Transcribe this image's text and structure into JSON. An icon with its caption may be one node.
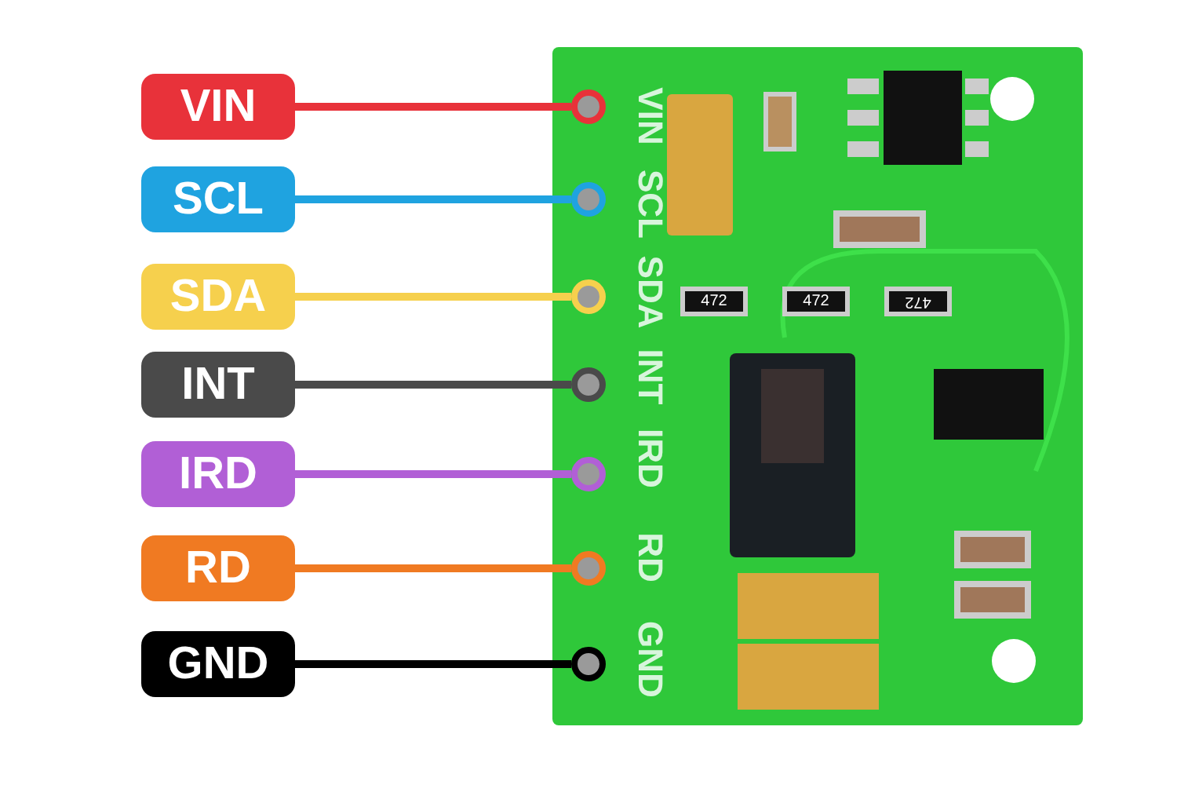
{
  "diagram": {
    "nodes": [
      {
        "text": [
          "VIN"
        ]
      },
      {
        "text": [
          "SCL"
        ]
      },
      {
        "text": [
          "SDA"
        ]
      },
      {
        "text": [
          "INT"
        ]
      },
      {
        "text": [
          "IRD"
        ]
      },
      {
        "text": [
          "RD"
        ]
      },
      {
        "text": [
          "GND"
        ]
      },
      {
        "text": [],
        "shape": "circle"
      },
      {
        "text": [],
        "shape": "circle"
      },
      {
        "text": [],
        "shape": "circle"
      },
      {
        "text": [],
        "shape": "circle"
      },
      {
        "text": [],
        "shape": "circle"
      },
      {
        "text": [],
        "shape": "circle"
      },
      {
        "text": [],
        "shape": "circle"
      }
    ],
    "edges": [
      {
        "from": 0,
        "to": 7,
        "arrow": "none",
        "color": "#e8323a"
      },
      {
        "from": 1,
        "to": 8,
        "arrow": "none",
        "color": "#1fa3e0"
      },
      {
        "from": 2,
        "to": 9,
        "arrow": "none",
        "color": "#f6d04d"
      },
      {
        "from": 3,
        "to": 10,
        "arrow": "none",
        "color": "#4a4a4a"
      },
      {
        "from": 4,
        "to": 11,
        "arrow": "none",
        "color": "#b15fd6"
      },
      {
        "from": 5,
        "to": 12,
        "arrow": "none",
        "color": "#f07a22"
      },
      {
        "from": 6,
        "to": 13,
        "arrow": "none",
        "color": "#000000"
      }
    ],
    "labels": [
      "VIN",
      "SCL",
      "SDA",
      "INT",
      "IRD",
      "RD",
      "GND",
      "472",
      "472",
      "472"
    ]
  }
}
